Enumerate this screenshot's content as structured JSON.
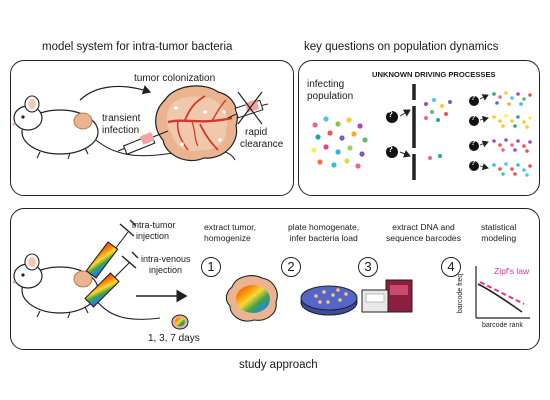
{
  "headers": {
    "model_system": "model system for intra-tumor bacteria",
    "key_questions": "key questions on population dynamics",
    "study_approach": "study approach"
  },
  "model_panel": {
    "tumor_colonization": "tumor colonization",
    "transient_infection_1": "transient",
    "transient_infection_2": "infection",
    "rapid_clearance_1": "rapid",
    "rapid_clearance_2": "clearance"
  },
  "questions_panel": {
    "infecting_population_1": "infecting",
    "infecting_population_2": "population",
    "unknown_processes": "UNKNOWN DRIVING PROCESSES",
    "question_mark": "?"
  },
  "approach_panel": {
    "intra_tumor_1": "intra-tumor",
    "intra_tumor_2": "injection",
    "intra_venous_1": "intra-venous",
    "intra_venous_2": "injection",
    "days": "1, 3, 7 days",
    "steps": [
      {
        "num": "1",
        "line1": "extract tumor,",
        "line2": "homogenize"
      },
      {
        "num": "2",
        "line1": "plate homogenate,",
        "line2": "infer bacteria load"
      },
      {
        "num": "3",
        "line1": "extract DNA and",
        "line2": "sequence barcodes"
      },
      {
        "num": "4",
        "line1": "statistical",
        "line2": "modeling"
      }
    ],
    "zipf_label": "Zipf's law",
    "y_axis": "barcode freq",
    "x_axis": "barcode rank"
  },
  "colors": {
    "border": "#222222",
    "tumor_fill": "#e9b48f",
    "vessel_red": "#d8352a",
    "zipf_magenta": "#e0359a",
    "plate_blue": "#3d4aa6",
    "sequencer_maroon": "#8c1f3f"
  }
}
